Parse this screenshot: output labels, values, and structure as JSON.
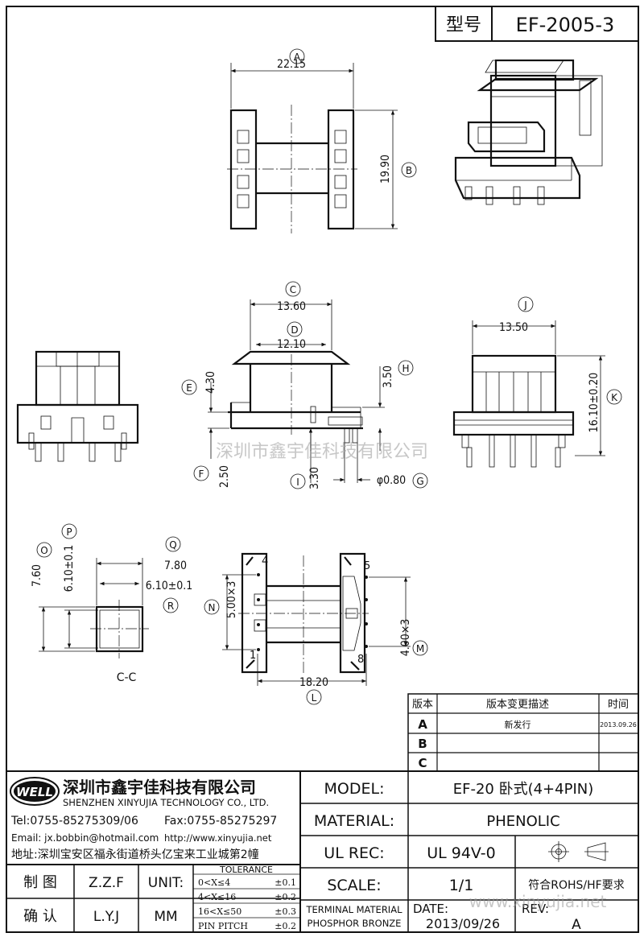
{
  "header": {
    "model_label": "型号",
    "model_code": "EF-2005-3"
  },
  "dimensions": {
    "A": {
      "letter": "A",
      "value": "22.15"
    },
    "B": {
      "letter": "B",
      "value": "19.90"
    },
    "C": {
      "letter": "C",
      "value": "13.60"
    },
    "D": {
      "letter": "D",
      "value": "12.10"
    },
    "E": {
      "letter": "E",
      "value": "4.30"
    },
    "F": {
      "letter": "F",
      "value": "2.50"
    },
    "G": {
      "letter": "G",
      "value": "φ0.80"
    },
    "H": {
      "letter": "H",
      "value": "3.50"
    },
    "I": {
      "letter": "I",
      "value": "3.30"
    },
    "J": {
      "letter": "J",
      "value": "13.50"
    },
    "K": {
      "letter": "K",
      "value": "16.10±0.20"
    },
    "L": {
      "letter": "L",
      "value": "18.20"
    },
    "M": {
      "letter": "M",
      "value": "4.00×3"
    },
    "N": {
      "letter": "N",
      "value": "5.00×3"
    },
    "O": {
      "letter": "O",
      "value": "7.60"
    },
    "P": {
      "letter": "P",
      "value": "6.10±0.1"
    },
    "Q": {
      "letter": "Q",
      "value": "7.80"
    },
    "R": {
      "letter": "R",
      "value": "6.10±0.1"
    }
  },
  "pins": {
    "p1": "1",
    "p4": "4",
    "p5": "5",
    "p8": "8"
  },
  "section_label": "C-C",
  "watermark": {
    "company": "深圳市鑫宇佳科技有限公司",
    "url": "www.xinyujia.net"
  },
  "revision_table": {
    "headers": [
      "版本",
      "版本变更描述",
      "时间"
    ],
    "rows": [
      {
        "version": "A",
        "description": "新发行",
        "date": "2013.09.26"
      },
      {
        "version": "B",
        "description": "",
        "date": ""
      },
      {
        "version": "C",
        "description": "",
        "date": ""
      }
    ]
  },
  "company": {
    "logo_text": "WELL",
    "name_cn": "深圳市鑫宇佳科技有限公司",
    "name_en": "SHENZHEN XINYUJIA TECHNOLOGY CO., LTD.",
    "tel": "Tel:0755-85275309/06",
    "fax": "Fax:0755-85275297",
    "email": "Email: jx.bobbin@hotmail.com",
    "http": "http://www.xinyujia.net",
    "address": "地址:深圳宝安区福永街道桥头亿宝来工业城第2幢"
  },
  "title_block": {
    "model_label": "MODEL:",
    "model_value": "EF-20 卧式(4+4PIN)",
    "material_label": "MATERIAL:",
    "material_value": "PHENOLIC",
    "ulrec_label": "UL REC:",
    "ulrec_value": "UL 94V-0",
    "scale_label": "SCALE:",
    "scale_value": "1/1",
    "rohs": "符合ROHS/HF要求",
    "drawn_label": "制 图",
    "drawn_value": "Z.Z.F",
    "check_label": "确 认",
    "check_value": "L.Y.J",
    "unit_label": "UNIT:",
    "unit_value": "MM",
    "tolerance_title": "TOLERANCE",
    "tolerances": [
      {
        "range": "0<X≤4",
        "value": "±0.1"
      },
      {
        "range": "4<X≤16",
        "value": "±0.2"
      },
      {
        "range": "16<X≤50",
        "value": "±0.3"
      },
      {
        "range": "PIN PITCH",
        "value": "±0.2"
      }
    ],
    "terminal_material_label": "TERMINAL MATERIAL",
    "terminal_material_value": "PHOSPHOR BRONZE",
    "date_label": "DATE:",
    "date_value": "2013/09/26",
    "rev_label": "REV:",
    "rev_value": "A"
  }
}
